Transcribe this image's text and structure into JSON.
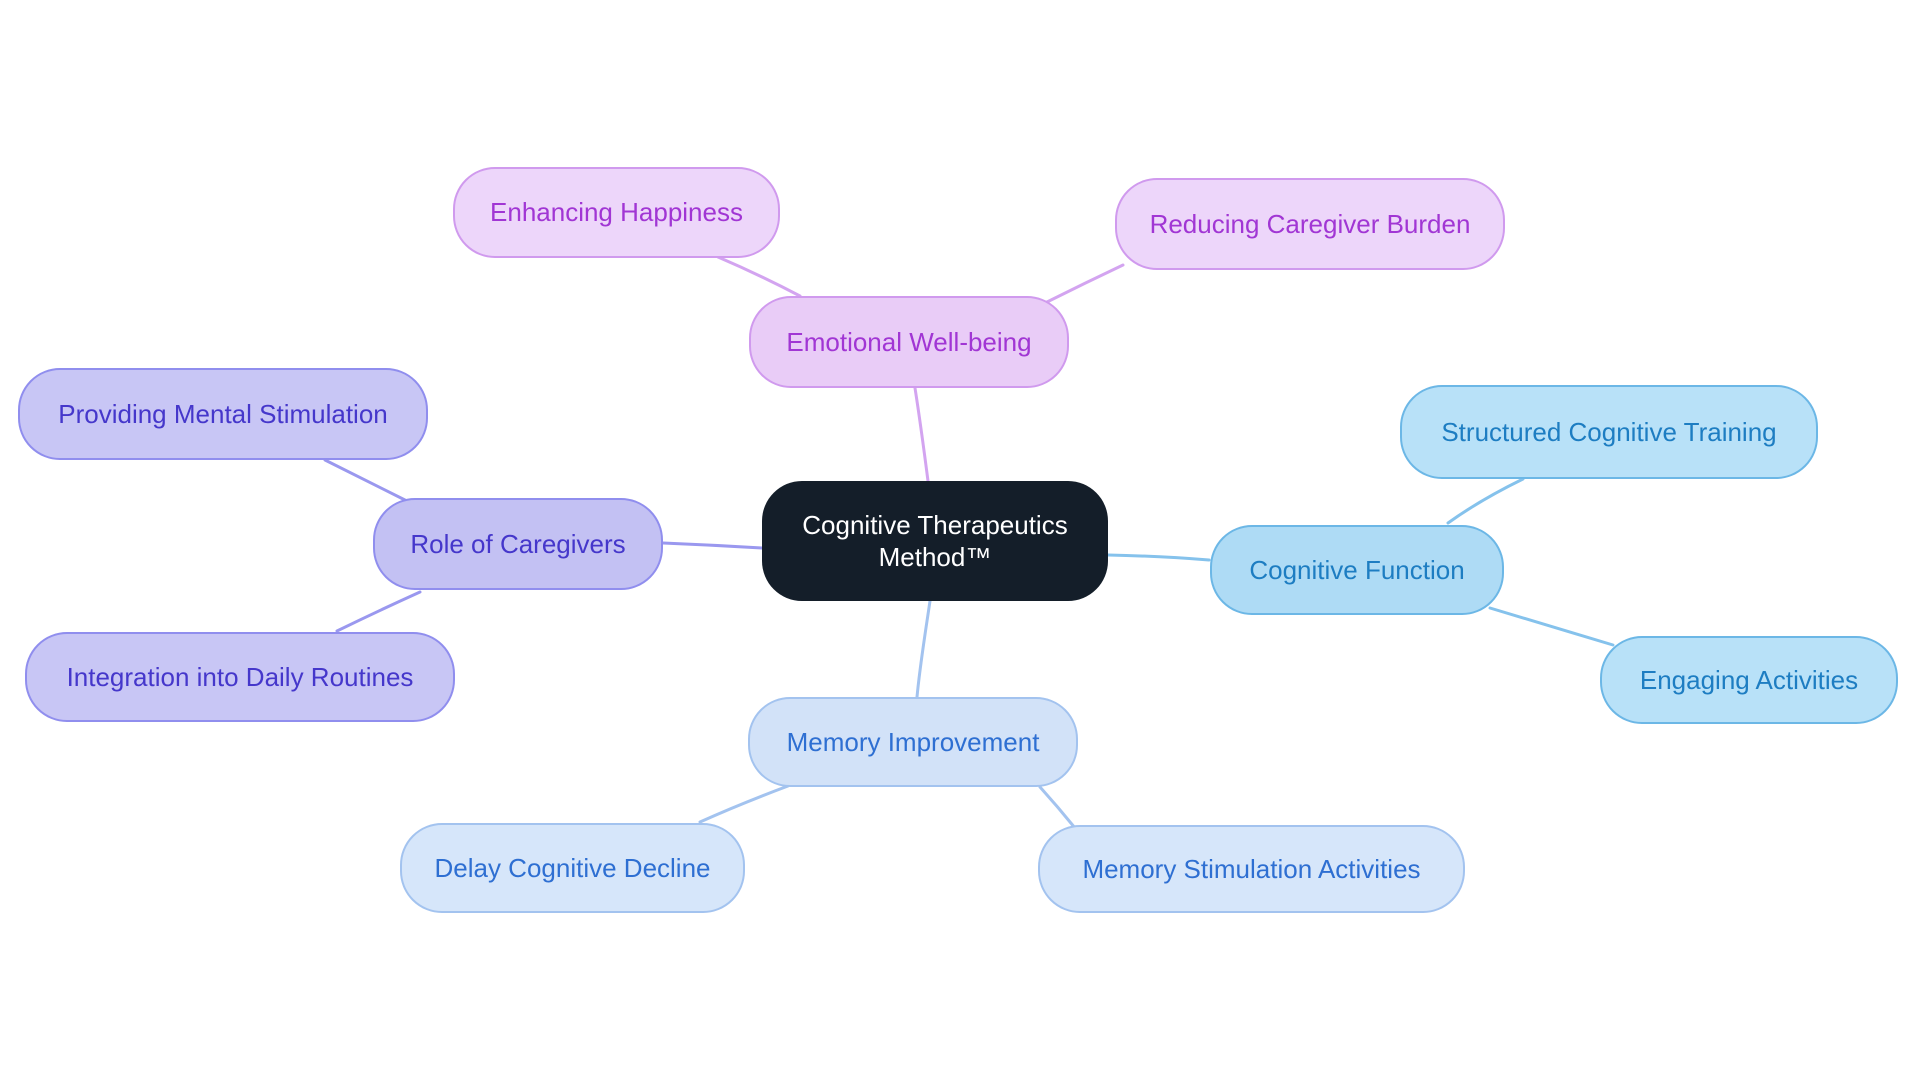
{
  "diagram": {
    "type": "mindmap",
    "root": {
      "label": "Cognitive Therapeutics Method™",
      "bg": "#141e29",
      "text_color": "#ffffff"
    },
    "branches": [
      {
        "id": "emotional",
        "label": "Emotional Well-being",
        "fill": "#e9ccf7",
        "border": "#d09aee",
        "line": "#d3a4f0",
        "text_color": "#a136d4",
        "children": [
          {
            "label": "Enhancing Happiness",
            "fill": "#edd6fa"
          },
          {
            "label": "Reducing Caregiver Burden",
            "fill": "#edd6fa"
          }
        ]
      },
      {
        "id": "cognitive",
        "label": "Cognitive Function",
        "fill": "#aedbf5",
        "border": "#6cb7e6",
        "line": "#85c2ec",
        "text_color": "#1d7dc2",
        "children": [
          {
            "label": "Structured Cognitive Training",
            "fill": "#b8e1f8"
          },
          {
            "label": "Engaging Activities",
            "fill": "#b8e1f8"
          }
        ]
      },
      {
        "id": "memory",
        "label": "Memory Improvement",
        "fill": "#d2e2f8",
        "border": "#a3c3ef",
        "line": "#a3c3ef",
        "text_color": "#2e6fd2",
        "children": [
          {
            "label": "Delay Cognitive Decline",
            "fill": "#d6e6fa"
          },
          {
            "label": "Memory Stimulation Activities",
            "fill": "#d6e6fa"
          }
        ]
      },
      {
        "id": "caregivers",
        "label": "Role of Caregivers",
        "fill": "#c3c1f3",
        "border": "#908eee",
        "line": "#9a98ef",
        "text_color": "#4537cb",
        "children": [
          {
            "label": "Providing Mental Stimulation",
            "fill": "#c8c6f5"
          },
          {
            "label": "Integration into Daily Routines",
            "fill": "#c8c6f5"
          }
        ]
      }
    ]
  }
}
